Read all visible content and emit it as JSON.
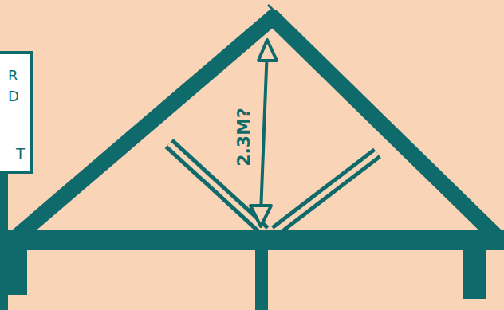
{
  "diagram": {
    "labels": [
      "R",
      "D",
      "T",
      "2.3M?"
    ]
  }
}
